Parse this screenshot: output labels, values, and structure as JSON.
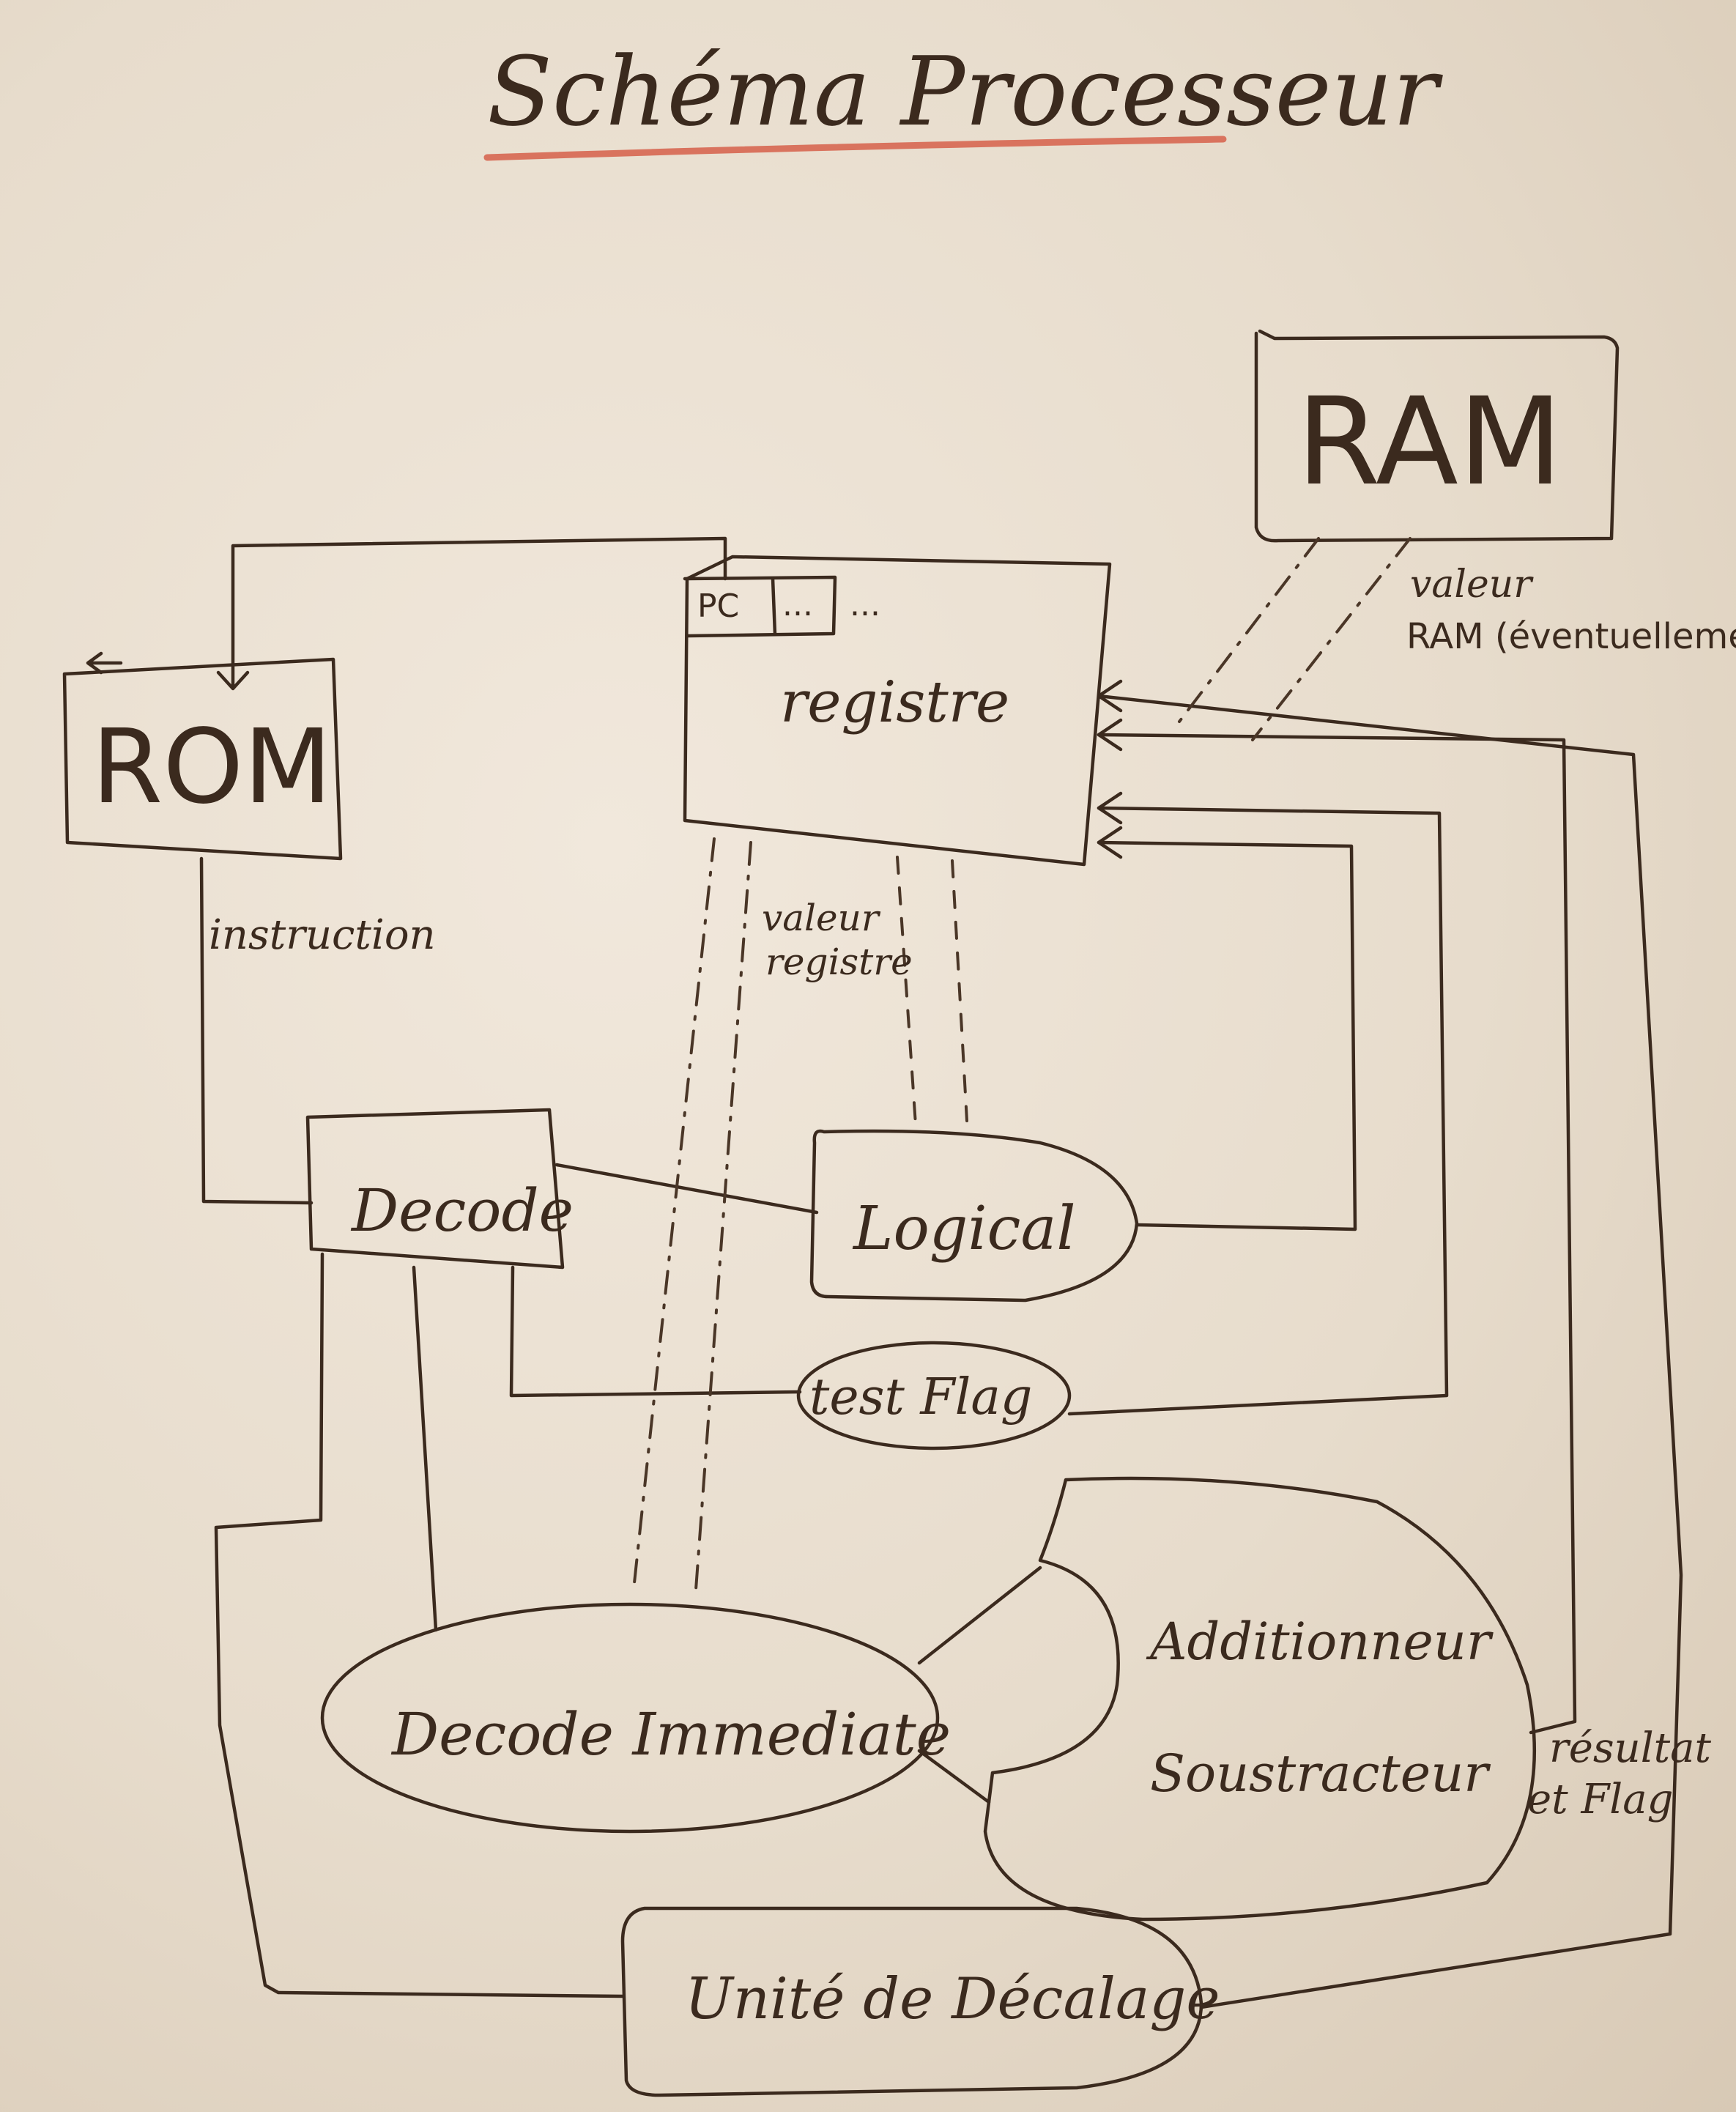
{
  "title": "Schéma Processeur",
  "colors": {
    "ink": "#3b2a1e",
    "underline": "#d9735e",
    "board": "#ece2d5"
  },
  "nodes": {
    "ram": "RAM",
    "rom": "ROM",
    "registre": "registre",
    "pc": "PC",
    "pc_cell": "...",
    "pc_more": "...",
    "decode": "Decode",
    "logical": "Logical",
    "test_flag": "test Flag",
    "decode_immediate": "Decode Immediate",
    "adder": [
      "Additionneur",
      "Soustracteur"
    ],
    "shift_unit": "Unité de Décalage"
  },
  "labels": {
    "instruction": "instruction",
    "valeur_registre": [
      "valeur",
      "registre"
    ],
    "valeur_ram": [
      "valeur",
      "RAM (éventuellement)"
    ],
    "resultat_flag": [
      "résultat",
      "et Flag"
    ]
  }
}
